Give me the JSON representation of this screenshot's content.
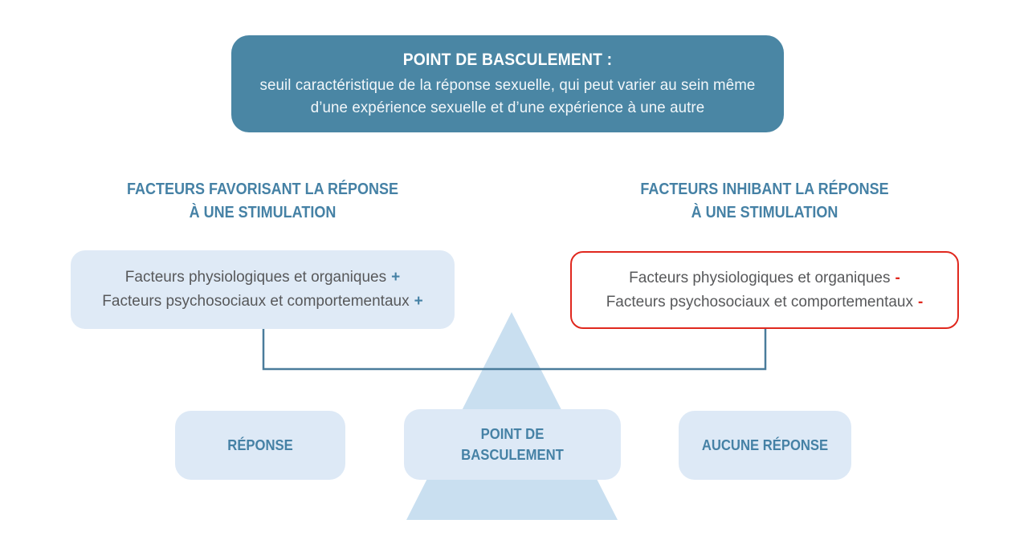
{
  "banner": {
    "title": "POINT DE BASCULEMENT :",
    "description_line1": "seuil caractéristique de la réponse sexuelle, qui peut varier au sein même",
    "description_line2": "d’une expérience sexuelle et d’une expérience à une autre"
  },
  "left_column": {
    "header_line1": "FACTEURS FAVORISANT LA RÉPONSE",
    "header_line2": "À UNE STIMULATION",
    "factor1_text": "Facteurs physiologiques et organiques",
    "factor1_sign": "+",
    "factor2_text": "Facteurs psychosociaux et comportementaux",
    "factor2_sign": "+"
  },
  "right_column": {
    "header_line1": "FACTEURS INHIBANT LA RÉPONSE",
    "header_line2": "À UNE STIMULATION",
    "factor1_text": "Facteurs physiologiques et organiques",
    "factor1_sign": "-",
    "factor2_text": "Facteurs psychosociaux et comportementaux",
    "factor2_sign": "-"
  },
  "balance": {
    "response_label": "RÉPONSE",
    "tipping_line1": "POINT DE",
    "tipping_line2": "BASCULEMENT",
    "no_response_label": "AUCUNE RÉPONSE"
  },
  "colors": {
    "banner_bg": "#4a86a4",
    "header_text": "#4581a5",
    "light_box_bg": "#dfeaf6",
    "bottom_box_bg": "#dde9f6",
    "triangle_fill": "#c9dff0",
    "body_text": "#57585a",
    "plus_sign": "#4581a5",
    "minus_sign": "#e0281e",
    "red_border": "#e0281e",
    "connector_line": "#4a7c9b"
  }
}
